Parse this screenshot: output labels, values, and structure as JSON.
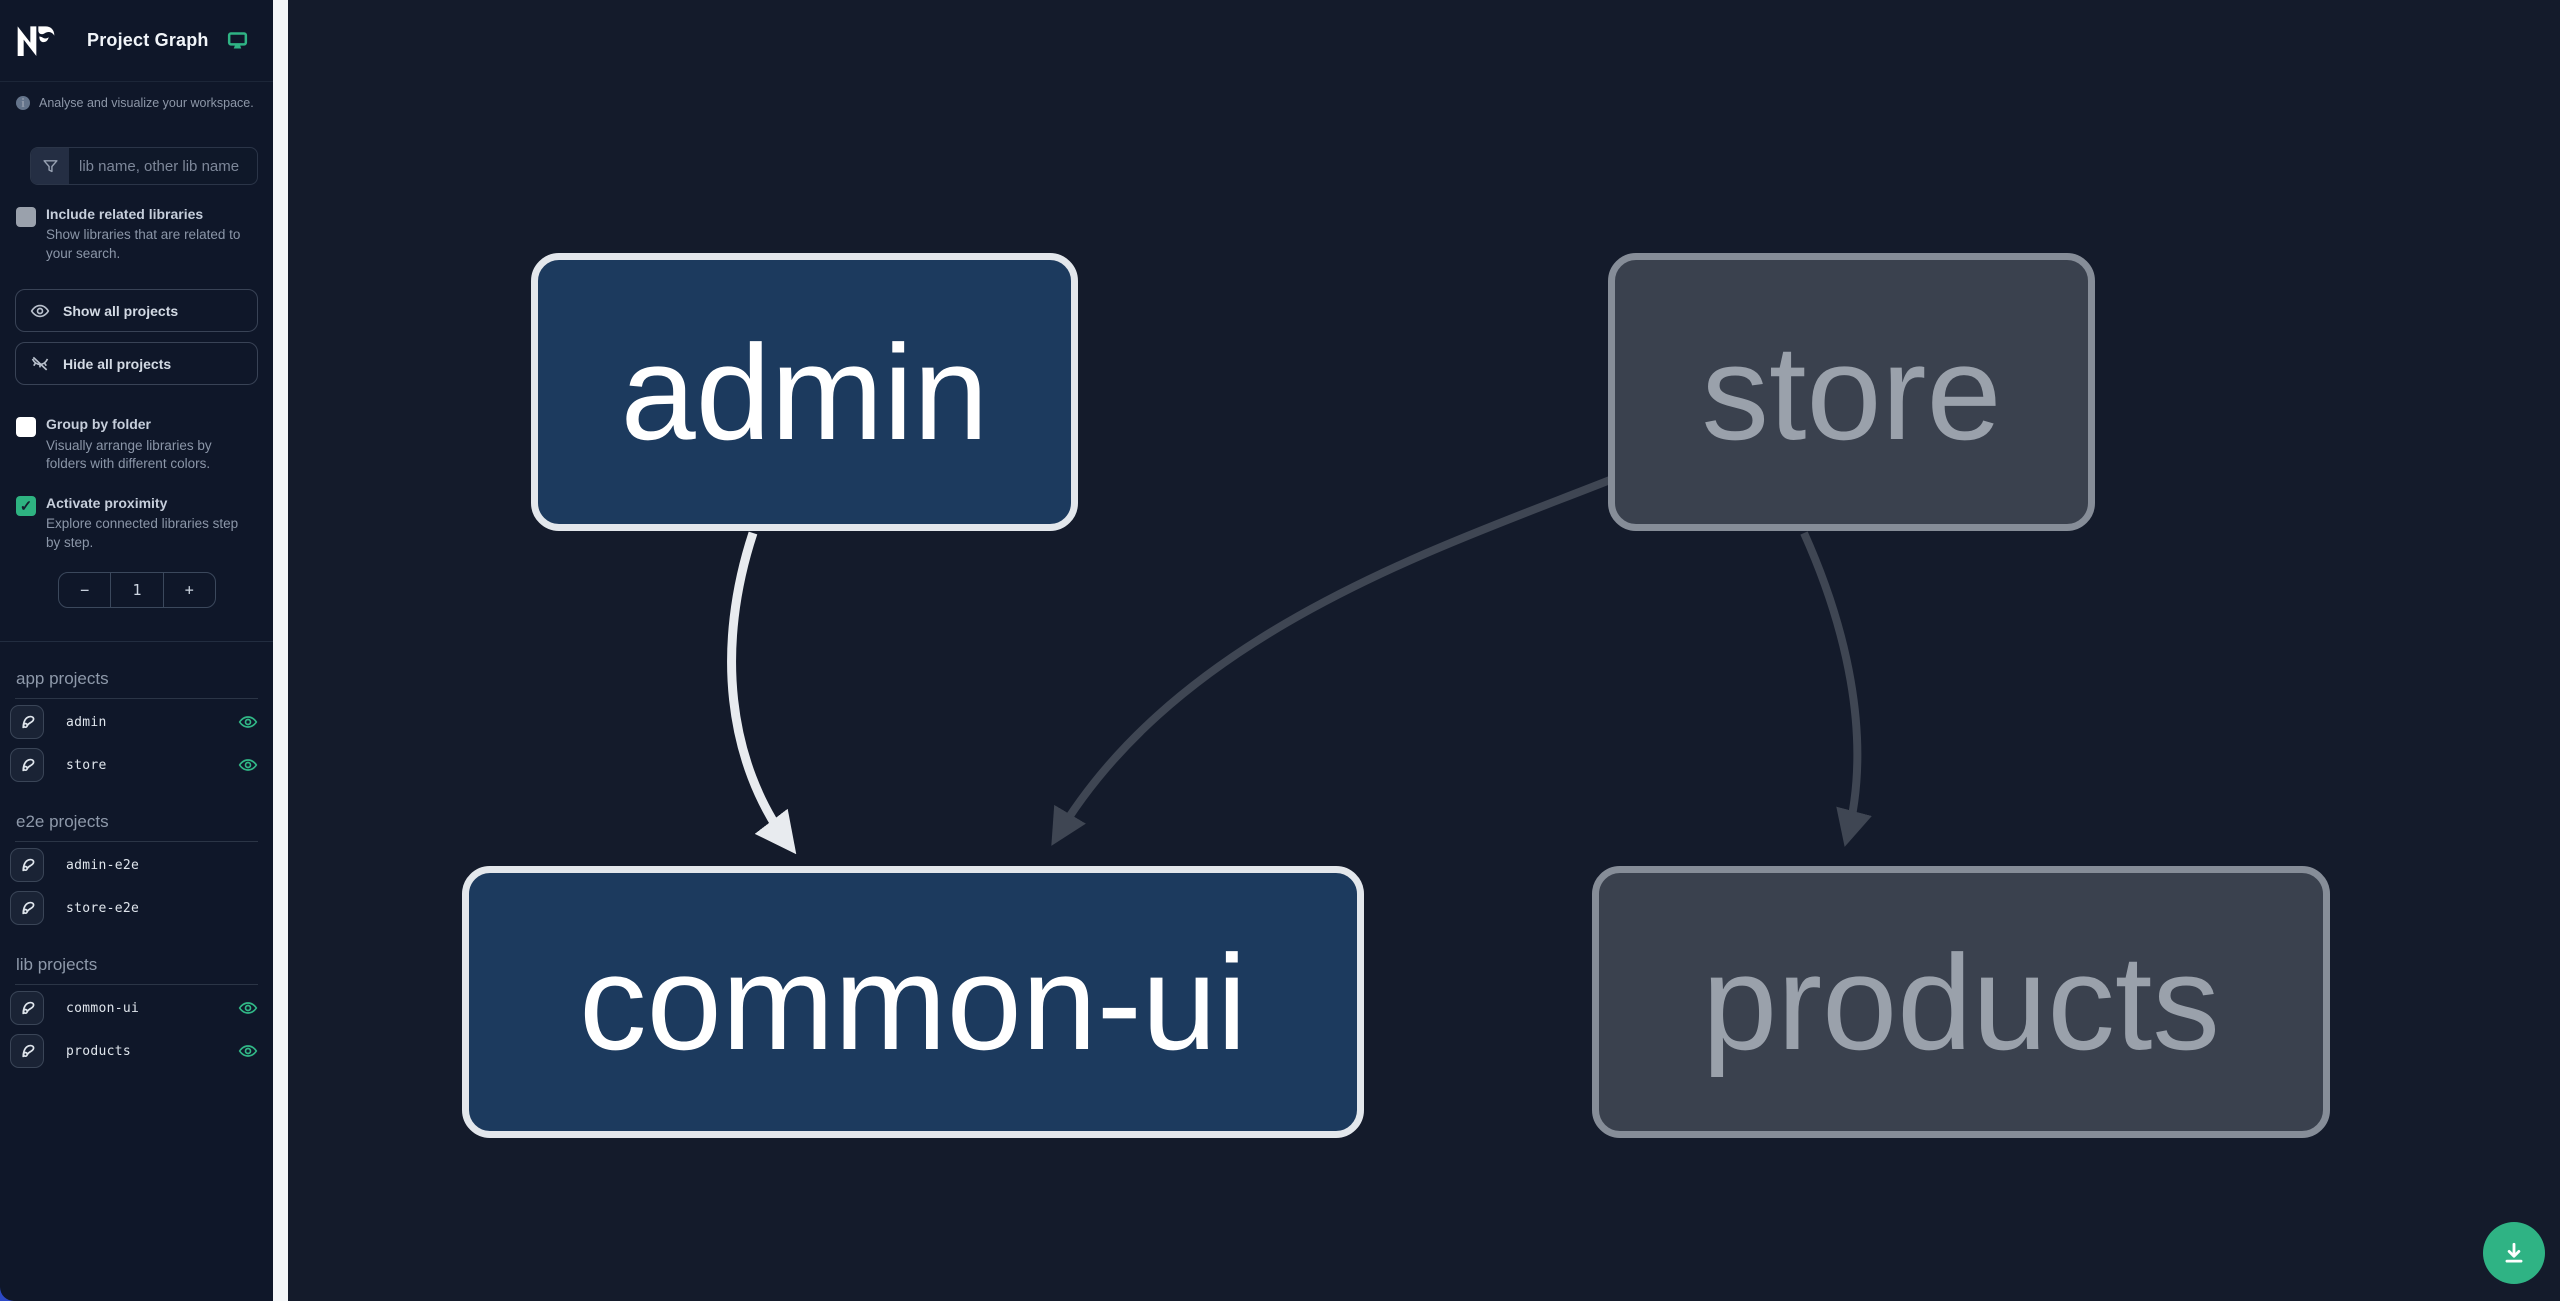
{
  "header": {
    "title": "Project Graph",
    "logo": "Nx",
    "accent_color": "#2fb384"
  },
  "sidebar": {
    "tagline": "Analyse and visualize your workspace.",
    "search": {
      "placeholder": "lib name, other lib name"
    },
    "checkboxes": {
      "include_related": {
        "label": "Include related libraries",
        "description": "Show libraries that are related to your search.",
        "checked": false
      },
      "group_by_folder": {
        "label": "Group by folder",
        "description": "Visually arrange libraries by folders with different colors.",
        "checked": false
      },
      "activate_proximity": {
        "label": "Activate proximity",
        "description": "Explore connected libraries step by step.",
        "checked": true,
        "checkmark": "✓"
      }
    },
    "buttons": {
      "show_all": "Show all projects",
      "hide_all": "Hide all projects"
    },
    "proximity_stepper": {
      "decrement": "−",
      "value": "1",
      "increment": "+"
    },
    "sections": [
      {
        "title": "app projects",
        "items": [
          {
            "name": "admin",
            "visible_eye": true
          },
          {
            "name": "store",
            "visible_eye": true
          }
        ]
      },
      {
        "title": "e2e projects",
        "items": [
          {
            "name": "admin-e2e",
            "visible_eye": false
          },
          {
            "name": "store-e2e",
            "visible_eye": false
          }
        ]
      },
      {
        "title": "lib projects",
        "items": [
          {
            "name": "common-ui",
            "visible_eye": true
          },
          {
            "name": "products",
            "visible_eye": true
          }
        ]
      }
    ]
  },
  "graph": {
    "nodes": [
      {
        "id": "admin",
        "label": "admin",
        "state": "highlighted"
      },
      {
        "id": "store",
        "label": "store",
        "state": "faded"
      },
      {
        "id": "common-ui",
        "label": "common-ui",
        "state": "highlighted"
      },
      {
        "id": "products",
        "label": "products",
        "state": "faded"
      }
    ],
    "edges": [
      {
        "from": "admin",
        "to": "common-ui",
        "state": "highlighted"
      },
      {
        "from": "store",
        "to": "common-ui",
        "state": "faded"
      },
      {
        "from": "store",
        "to": "products",
        "state": "faded"
      }
    ],
    "colors": {
      "node_highlight_bg": "#1c3a5e",
      "node_highlight_border": "#e3e7ec",
      "node_faded_bg": "#3a414e",
      "node_faded_border": "#868d98",
      "edge_highlight": "#e8ebef",
      "edge_faded": "#3f4653",
      "canvas_bg": "#141b2b",
      "sidebar_bg": "#0f1729",
      "accent_green": "#2fb384"
    }
  }
}
